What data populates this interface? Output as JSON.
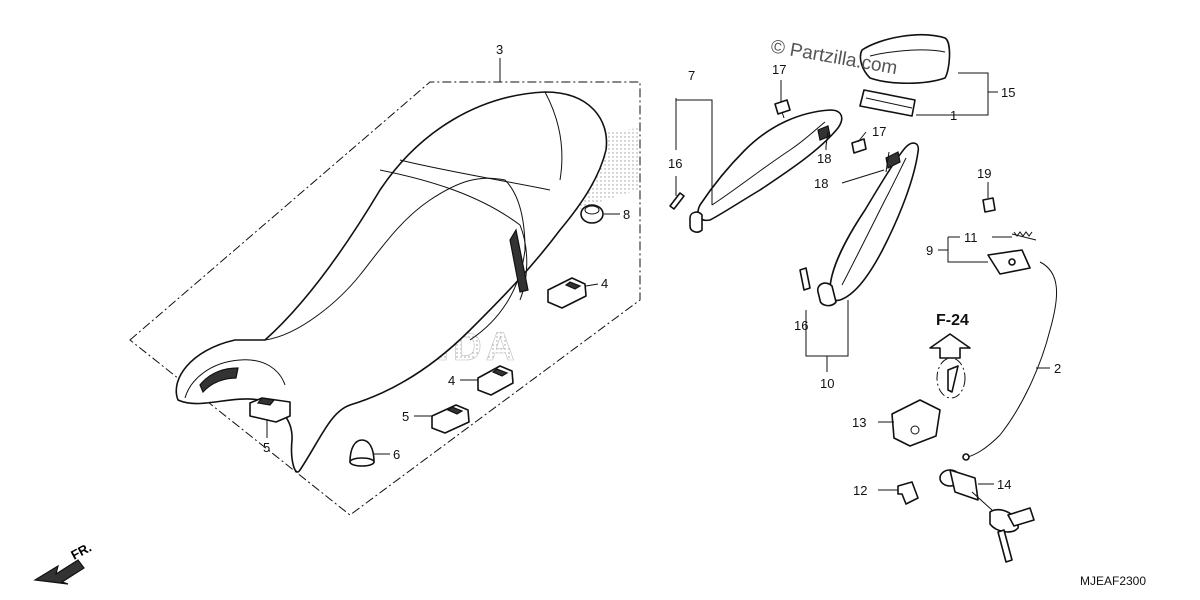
{
  "watermark": "© Partzilla.com",
  "diagram_code": "MJEAF2300",
  "front_label": "FR.",
  "reference_label": "F-24",
  "callouts": {
    "c3": "3",
    "c8": "8",
    "c4a": "4",
    "c4b": "4",
    "c5a": "5",
    "c5b": "5",
    "c6": "6",
    "c7": "7",
    "c16a": "16",
    "c16b": "16",
    "c17a": "17",
    "c17b": "17",
    "c18a": "18",
    "c18b": "18",
    "c10": "10",
    "c15": "15",
    "c1": "1",
    "c19": "19",
    "c11": "11",
    "c9": "9",
    "c2": "2",
    "c13": "13",
    "c12": "12",
    "c14": "14"
  },
  "brand_background": "HONDA",
  "colors": {
    "ink": "#111111",
    "background": "#ffffff",
    "watermark": "#555555"
  }
}
